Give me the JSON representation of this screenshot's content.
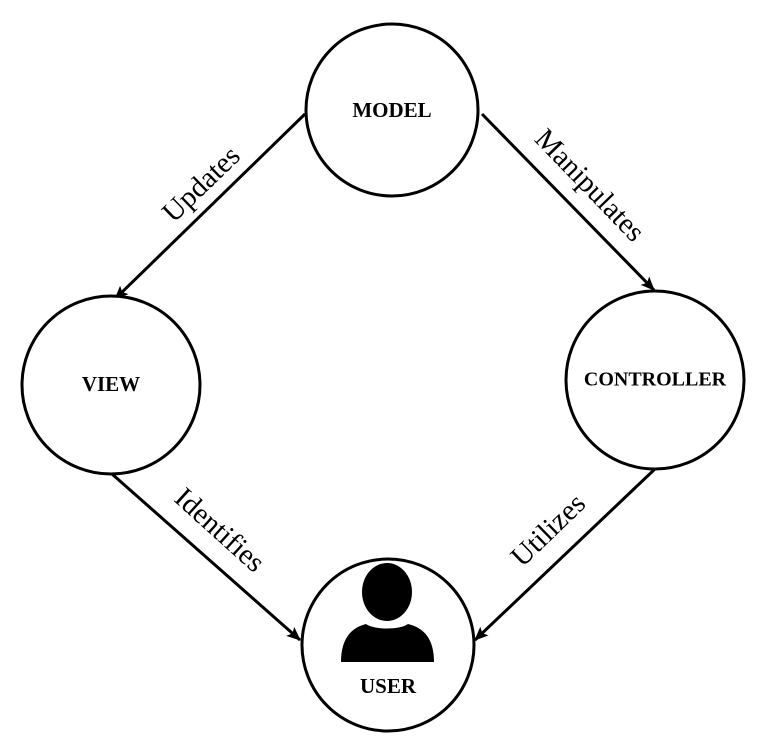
{
  "nodes": {
    "model": {
      "label": "MODEL"
    },
    "view": {
      "label": "VIEW"
    },
    "controller": {
      "label": "CONTROLLER"
    },
    "user": {
      "label": "USER",
      "icon": "user-silhouette-icon"
    }
  },
  "edges": {
    "updates": {
      "label": "Updates",
      "from": "MODEL",
      "to": "VIEW"
    },
    "manipulates": {
      "label": "Manipulates",
      "from": "MODEL",
      "to": "CONTROLLER"
    },
    "identifies": {
      "label": "Identifies",
      "from": "VIEW",
      "to": "USER"
    },
    "utilizes": {
      "label": "Utilizes",
      "from": "CONTROLLER",
      "to": "USER"
    }
  },
  "colors": {
    "stroke": "#000000",
    "fill": "#ffffff",
    "icon": "#000000"
  }
}
